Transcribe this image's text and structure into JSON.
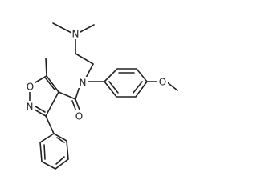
{
  "molecule": {
    "atoms": {
      "n_amine": "N",
      "n_amide": "N",
      "o_ring": "O",
      "n_ring": "N",
      "o_carbonyl": "O",
      "o_methoxy": "O"
    },
    "colors": {
      "bond": "#222222",
      "text": "#222222",
      "background": "#ffffff"
    }
  }
}
